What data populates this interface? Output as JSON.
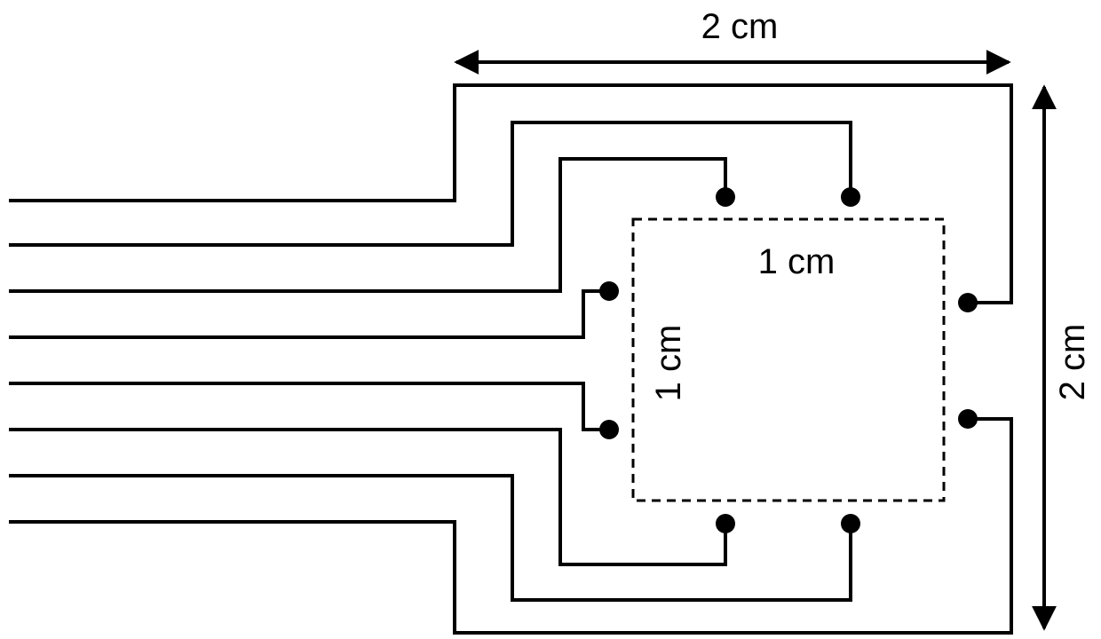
{
  "labels": {
    "outer_width": "2 cm",
    "outer_height": "2 cm",
    "inner_width": "1 cm",
    "inner_height": "1 cm"
  },
  "colors": {
    "line": "#000000",
    "background": "#ffffff"
  },
  "electrode_count": 8,
  "lead_count": 8
}
